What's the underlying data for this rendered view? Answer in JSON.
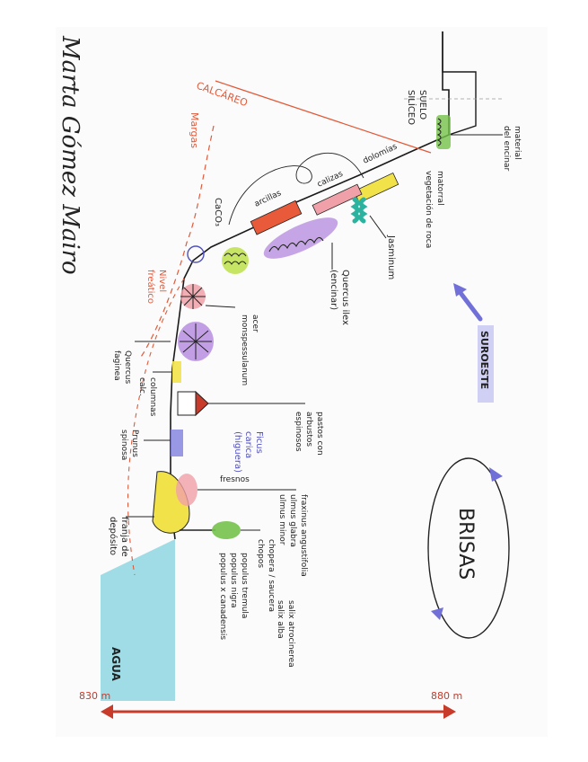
{
  "author": "Marta Gómez Mairo",
  "labels": {
    "suelo": "SUELO",
    "siliceo": "SILÍCEO",
    "calcareo": "CALCÁREO",
    "margas": "Margas",
    "material_encinar": [
      "material",
      "del encinar"
    ],
    "matorral_veg_roca": [
      "matorral",
      "vegetación de roca"
    ],
    "dolomias": "dolomías",
    "calizas": "calizas",
    "arcillas": "arcillas",
    "caco3": "CaCO₃",
    "jasminum": "Jasminum",
    "quercus_ilex": [
      "Quercus ilex",
      "(encinar)"
    ],
    "acer": [
      "acer",
      "monspessulanum"
    ],
    "quercus_faginea": [
      "Quercus",
      "faginea"
    ],
    "columnas_calc": [
      "columnas",
      "calc."
    ],
    "nivel_freatico": [
      "Nivel",
      "freático"
    ],
    "pastos": [
      "pastos con",
      "arbustos",
      "espinosos"
    ],
    "ficus": [
      "Ficus",
      "carica",
      "(higuera)"
    ],
    "prunus": [
      "Prunus",
      "spinosa"
    ],
    "fresnos": "fresnos",
    "fraxinus": [
      "fraxinus angustifolia",
      "ulmus glabra",
      "ulmus minor"
    ],
    "salix": [
      "salix atrocinerea",
      "salix alba"
    ],
    "chopera": [
      "chopera / saucera",
      "chopos"
    ],
    "populus": [
      "populus tremula",
      "populus nigra",
      "populus x canadensis"
    ],
    "franja": [
      "franja de",
      "depósito"
    ],
    "agua": "AGUA",
    "suroeste": "SUROESTE",
    "brisas": "BRISAS",
    "alt_left": "830 m",
    "alt_right": "880 m"
  },
  "colors": {
    "ink": "#1a1a1a",
    "red_line": "#e05a3a",
    "water": "#8fd6e0",
    "yellow": "#f2e24a",
    "purple": "#b488e0",
    "green": "#74c24a",
    "pink": "#f0a0a8",
    "teal": "#2bb3a0",
    "blue": "#7070d8",
    "arrow": "#c83a2a"
  }
}
